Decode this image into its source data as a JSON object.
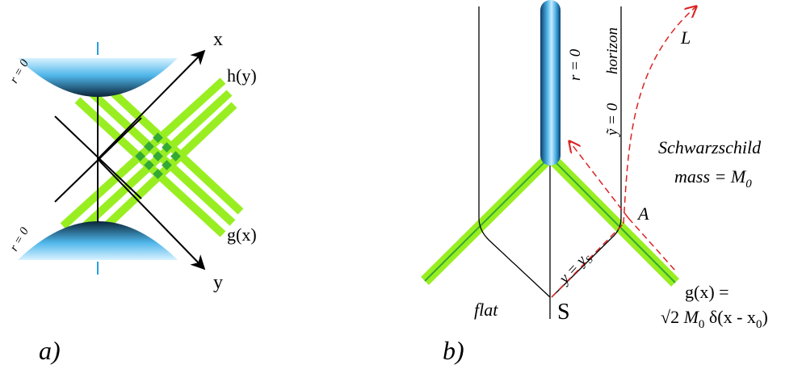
{
  "panel_a": {
    "label": "a)",
    "axis_x": "x",
    "axis_y": "y",
    "wave_h": "h(y)",
    "wave_g": "g(x)",
    "singularity_top": "r = 0",
    "singularity_bottom": "r = 0"
  },
  "panel_b": {
    "label": "b)",
    "r0": "r = 0",
    "horizon": "horizon",
    "ytilde_lhs": "ỹ",
    "ytilde_rhs": " = 0",
    "L": "L",
    "schwarz_line1": "Schwarzschild",
    "schwarz_line2_prefix": "mass = M",
    "schwarz_line2_sub": "0",
    "A": "A",
    "ys_prefix": "y = y",
    "ys_sub": "S",
    "flat": "flat",
    "S": "S",
    "g_line1": "g(x) =",
    "g_line2_a": "√2 ",
    "g_line2_M": "M",
    "g_line2_sub0": "0",
    "g_line2_b": " δ(x - x",
    "g_line2_sub1": "0",
    "g_line2_c": ")"
  },
  "colors": {
    "wave_green": "#99ee22",
    "wave_dark_green": "#33aa33",
    "singularity_blue": "#2a9fdc",
    "singularity_dark": "#0a2438",
    "light_ray_red": "#dd2222"
  }
}
